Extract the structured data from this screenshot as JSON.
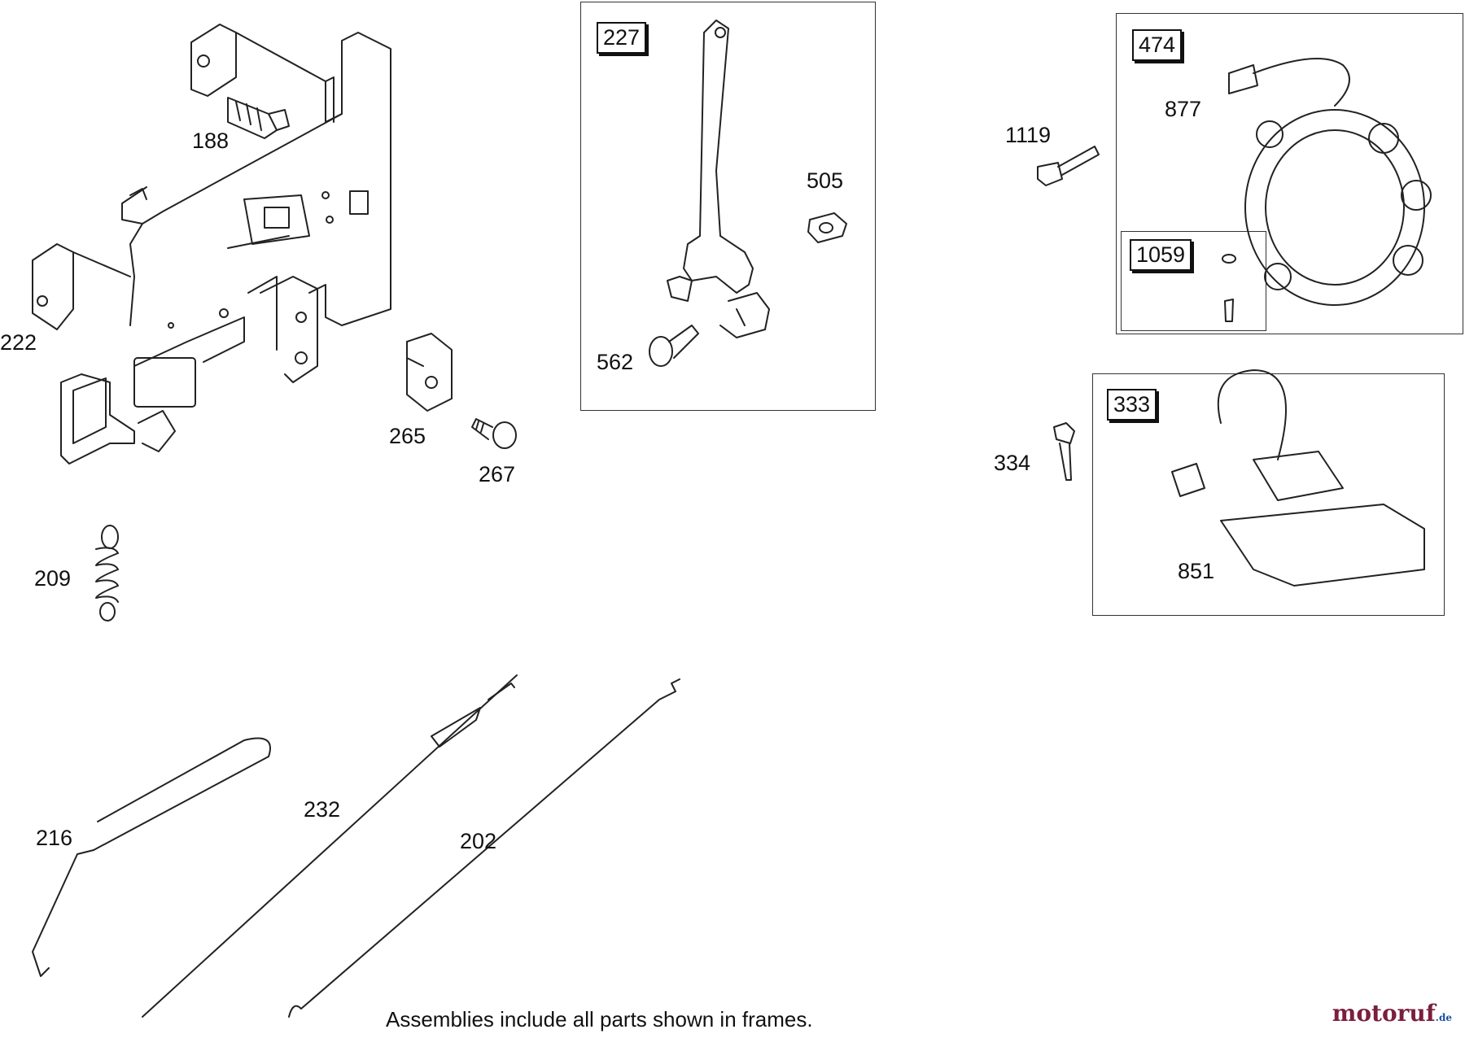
{
  "labels": {
    "p188": "188",
    "p222": "222",
    "p209": "209",
    "p265": "265",
    "p267": "267",
    "p216": "216",
    "p232": "232",
    "p202": "202",
    "p562": "562",
    "p505": "505",
    "p1119": "1119",
    "p877": "877",
    "p334": "334",
    "p851": "851"
  },
  "frames": {
    "f227": "227",
    "f474": "474",
    "f1059": "1059",
    "f333": "333"
  },
  "footer_note": "Assemblies include all parts shown in frames.",
  "watermark": {
    "part1": "motoruf",
    "part2": ".de"
  },
  "colors": {
    "line": "#222222",
    "background": "#ffffff",
    "watermark_main": "#7a1f3d",
    "watermark_accent": "#1b4fa0"
  }
}
